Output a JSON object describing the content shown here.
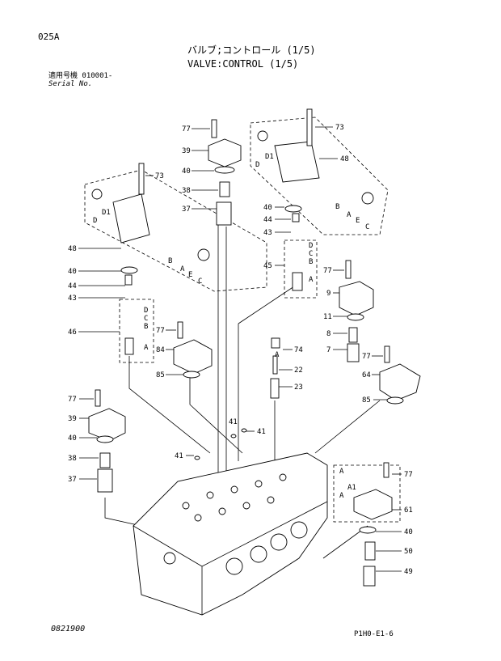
{
  "header": {
    "page_code": "025A",
    "title_jp": "バルブ;コントロール (1/5)",
    "title_en": "VALVE:CONTROL (1/5)",
    "serial_jp": "適用号機 010001-",
    "serial_en": "Serial No."
  },
  "footer": {
    "left": "0821900",
    "right": "P1H0-E1-6"
  },
  "callouts": {
    "c77a": "77",
    "c39a": "39",
    "c40a": "40",
    "c38a": "38",
    "c37a": "37",
    "c73a": "73",
    "c48a": "48",
    "c40b": "40",
    "c44a": "44",
    "c43a": "43",
    "c45a": "45",
    "c73b": "73",
    "c48b": "48",
    "c40c": "40",
    "c44b": "44",
    "c43b": "43",
    "c46a": "46",
    "c77b": "77",
    "c84a": "84",
    "c85a": "85",
    "c77c": "77",
    "c9a": "9",
    "c11a": "11",
    "c8a": "8",
    "c7a": "7",
    "c74a": "74",
    "c22a": "22",
    "c23a": "23",
    "c77d": "77",
    "c64a": "64",
    "c85b": "85",
    "c77e": "77",
    "c39b": "39",
    "c40d": "40",
    "c38b": "38",
    "c37b": "37",
    "c41a": "41",
    "c41b": "41",
    "c41c": "41",
    "c77f": "77",
    "c61a": "61",
    "c40e": "40",
    "c50a": "50",
    "c49a": "49",
    "D": "D",
    "D1": "D1",
    "B": "B",
    "A": "A",
    "E": "E",
    "C": "C",
    "A1": "A1"
  }
}
